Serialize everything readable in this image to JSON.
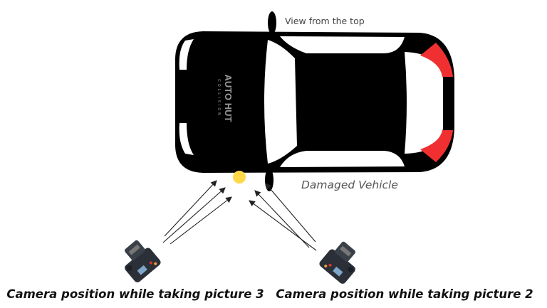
{
  "labels": {
    "view": "View from the top",
    "vehicle": "Damaged Vehicle",
    "camera3": "Camera position while taking picture 3",
    "camera2": "Camera position while taking picture 2"
  },
  "logo": {
    "text": "AUTO HUT",
    "subtext": "COLLISION"
  },
  "colors": {
    "car": "#000000",
    "damage": "#f03030",
    "impact_point": "#ffd84a",
    "arrows": "#222222",
    "camera": "#2b3038"
  }
}
